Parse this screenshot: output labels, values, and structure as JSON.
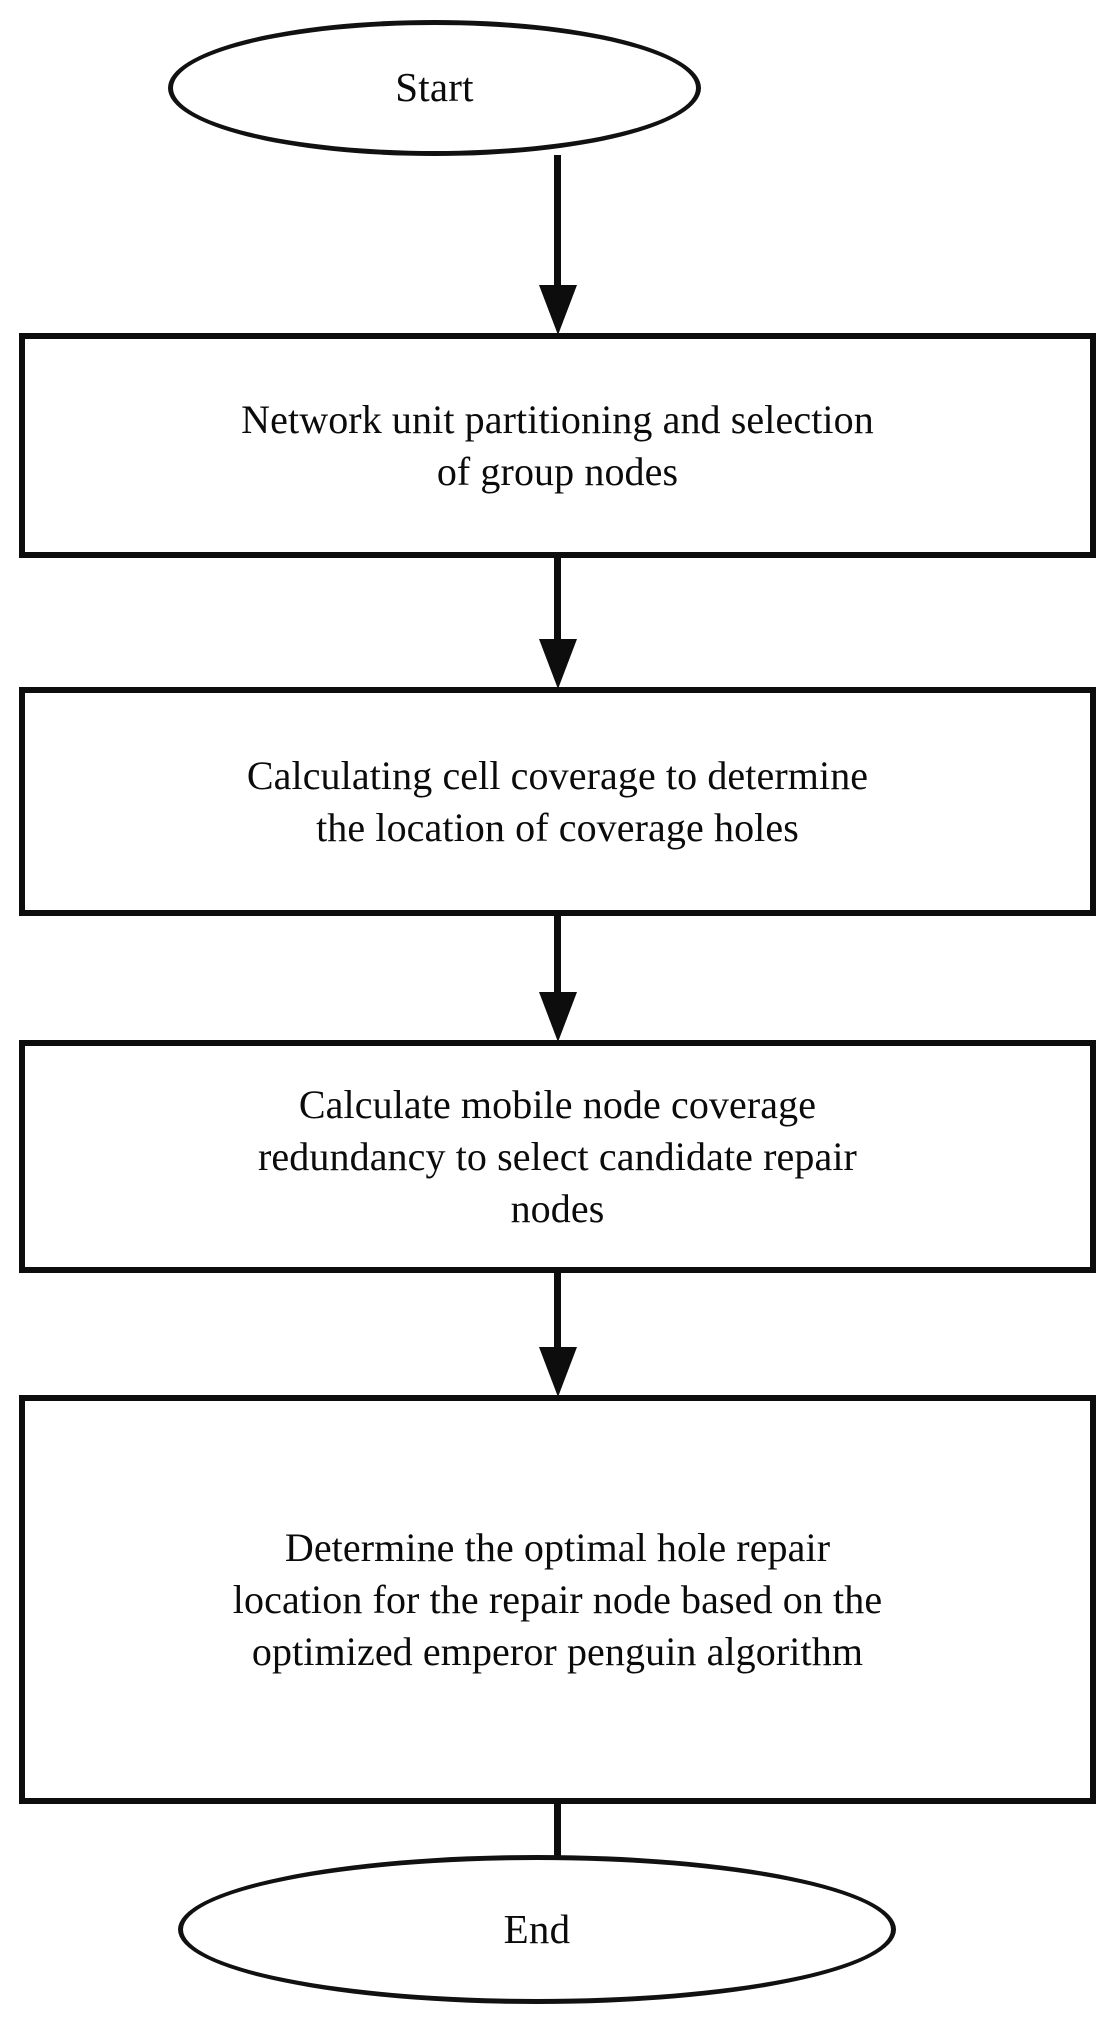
{
  "diagram": {
    "type": "flowchart",
    "orientation": "vertical-top-to-bottom",
    "line_color": "#0d0d0d",
    "fill_color": "#ffffff",
    "nodes": [
      {
        "id": "start",
        "shape": "ellipse",
        "label": "Start"
      },
      {
        "id": "step1",
        "shape": "rectangle",
        "label": "Network unit partitioning and selection\nof group nodes"
      },
      {
        "id": "step2",
        "shape": "rectangle",
        "label": "Calculating cell coverage to determine\nthe location of coverage holes"
      },
      {
        "id": "step3",
        "shape": "rectangle",
        "label": "Calculate mobile node coverage\nredundancy to select candidate repair\nnodes"
      },
      {
        "id": "step4",
        "shape": "rectangle",
        "label": "Determine the optimal hole repair\nlocation for the repair node based on the\noptimized emperor penguin algorithm"
      },
      {
        "id": "end",
        "shape": "ellipse",
        "label": "End"
      }
    ],
    "edges": [
      {
        "id": "e1",
        "from": "start",
        "to": "step1",
        "style": "solid-arrow-down",
        "label": ""
      },
      {
        "id": "e2",
        "from": "step1",
        "to": "step2",
        "style": "solid-arrow-down",
        "label": ""
      },
      {
        "id": "e3",
        "from": "step2",
        "to": "step3",
        "style": "solid-arrow-down",
        "label": ""
      },
      {
        "id": "e4",
        "from": "step3",
        "to": "step4",
        "style": "solid-arrow-down",
        "label": ""
      },
      {
        "id": "e5",
        "from": "step4",
        "to": "end",
        "style": "solid-arrow-down",
        "label": ""
      }
    ]
  }
}
